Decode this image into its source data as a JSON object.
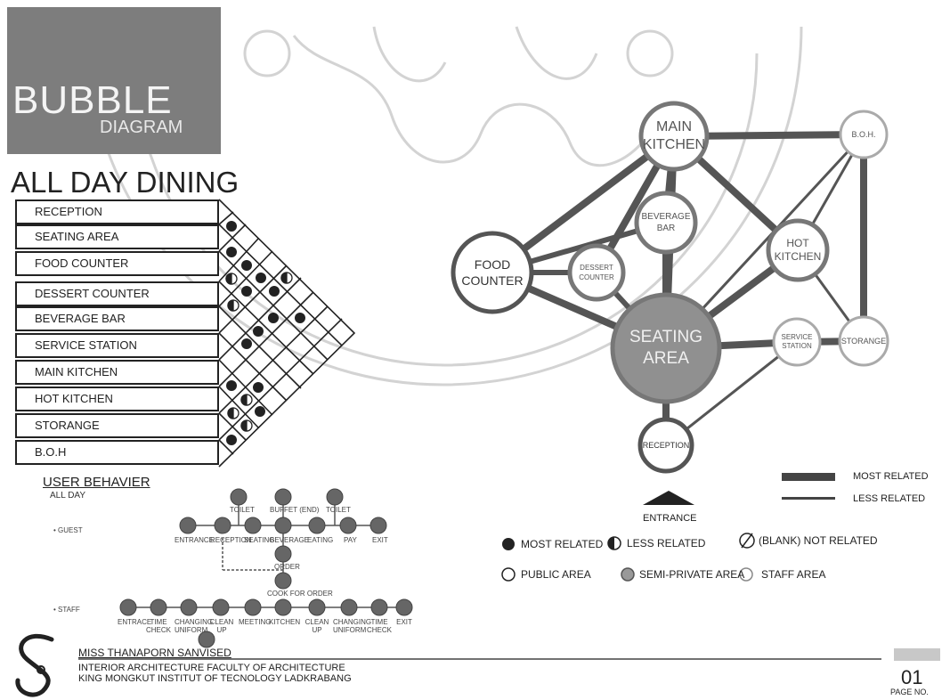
{
  "title": {
    "main": "BUBBLE",
    "sub": "DIAGRAM"
  },
  "matrix": {
    "title": "ALL DAY DINING",
    "rows": [
      "RECEPTION",
      "SEATING AREA",
      "FOOD COUNTER",
      "DESSERT COUNTER",
      "BEVERAGE BAR",
      "SERVICE STATION",
      "MAIN KITCHEN",
      "HOT KITCHEN",
      "STORANGE",
      "B.O.H"
    ]
  },
  "bubbles": {
    "main_kitchen": "MAIN KITCHEN",
    "boh": "B.O.H.",
    "beverage_bar": "BEVERAGE BAR",
    "hot_kitchen": "HOT KITCHEN",
    "food_counter": "FOOD COUNTER",
    "dessert_counter": "DESSERT COUNTER",
    "seating_area": "SEATING AREA",
    "service_station": "SERVICE STATION",
    "storange": "STORANGE",
    "reception": "RECEPTION"
  },
  "bubble_legend": {
    "most": "MOST RELATED",
    "less": "LESS RELATED",
    "entrance": "ENTRANCE"
  },
  "legend": {
    "most": "MOST RELATED",
    "less": "LESS RELATED",
    "not": "(BLANK)  NOT RELATED",
    "public": "PUBLIC AREA",
    "semi": "SEMI-PRIVATE AREA",
    "staff": "STAFF AREA"
  },
  "user_behavior": {
    "title": "USER BEHAVIER",
    "subtitle": "ALL DAY",
    "guest_label": "• GUEST",
    "staff_label": "• STAFF",
    "guest_steps": [
      "ENTRANCE",
      "RECEPTION",
      "SEATING",
      "BEVERAGE",
      "EATING",
      "PAY",
      "EXIT"
    ],
    "guest_top": [
      "TOILET",
      "BUFFET (END)",
      "TOILET"
    ],
    "guest_order": "ORDER",
    "guest_cook": "COOK FOR ORDER",
    "staff_steps": [
      "ENTRACE",
      "TIME CHECK",
      "CHANGING UNIFORM",
      "CLEAN UP",
      "MEETING",
      "KITCHEN",
      "CLEAN UP",
      "CHANGING UNIFORM",
      "TIME CHECK",
      "EXIT"
    ]
  },
  "footer": {
    "name": "MISS THANAPORN  SANVISED",
    "line1": "INTERIOR ARCHITECTURE FACULTY OF ARCHITECTURE",
    "line2": "KING MONGKUT INSTITUT OF TECNOLOGY LADKRABANG",
    "page_number": "01",
    "page_label": "PAGE NO."
  }
}
